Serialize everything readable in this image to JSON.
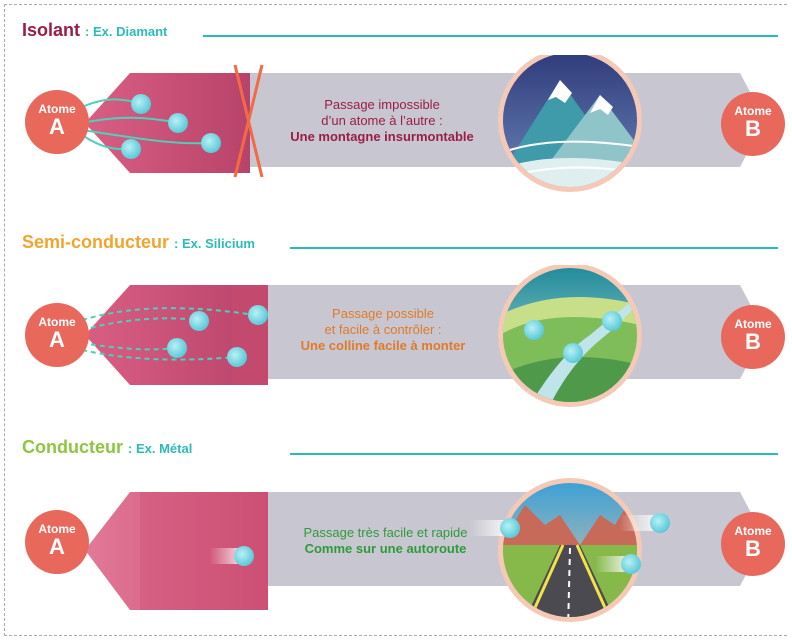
{
  "colors": {
    "isolant": "#9a1d45",
    "semi": "#f0a530",
    "conducteur": "#8dc641",
    "example": "#2bbcb8",
    "rule": "#2bbcb8",
    "atome": "#e8685c",
    "band": "#c95477",
    "body": "#c8c7d1",
    "electron": "#7fd9e4"
  },
  "sections": [
    {
      "title": "Isolant",
      "example": ": Ex. Diamant",
      "line1": "Passage impossible",
      "line2": "d’un atome à l’autre :",
      "strong": "Une montagne insurmontable",
      "text_color": "#9a1d45",
      "strong_color": "#9a1d45",
      "scene": "mountain"
    },
    {
      "title": "Semi-conducteur",
      "example": ": Ex. Silicium",
      "line1": "Passage possible",
      "line2": "et facile à contrôler :",
      "strong": "Une colline facile à monter",
      "text_color": "#e07a2a",
      "strong_color": "#e07a2a",
      "scene": "hill"
    },
    {
      "title": "Conducteur",
      "example": ": Ex. Métal",
      "line1": "Passage très facile et rapide",
      "line2": "",
      "strong": "Comme sur une autoroute",
      "text_color": "#2f9a3a",
      "strong_color": "#2f9a3a",
      "scene": "highway"
    }
  ],
  "atoms": {
    "word": "Atome",
    "a": "A",
    "b": "B"
  }
}
